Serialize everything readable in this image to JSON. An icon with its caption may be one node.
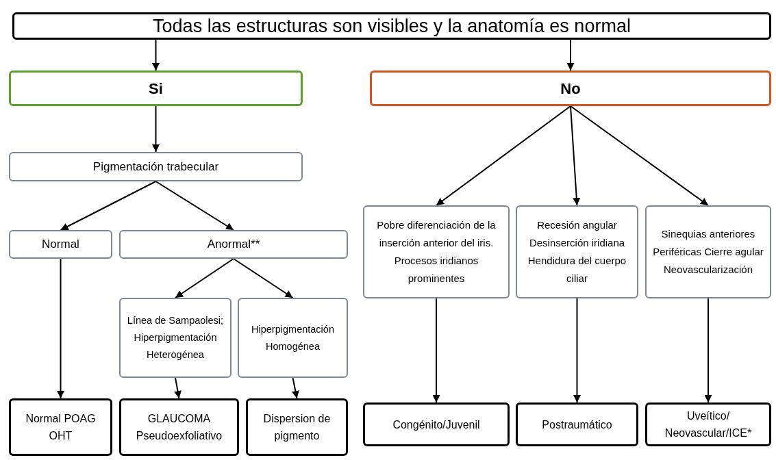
{
  "diagram": {
    "nodes": [
      {
        "text": [
          "Todas las estructuras son visibles y la anatomía es normal"
        ]
      },
      {
        "text": [
          "Si"
        ]
      },
      {
        "text": [
          "No"
        ]
      },
      {
        "text": [
          "Pigmentación trabecular"
        ]
      },
      {
        "text": [
          "Normal"
        ]
      },
      {
        "text": [
          "Anormal**"
        ]
      },
      {
        "text": [
          "Línea de Sampaolesi; Hiperpigmentación Heterogénea"
        ]
      },
      {
        "text": [
          "Hiperpigmentación Homogénea"
        ]
      },
      {
        "text": [
          "Pobre diferenciación de la inserción anterior del iris. Procesos iridianos prominentes"
        ]
      },
      {
        "text": [
          "Recesión angular Desinserción iridiana Hendidura del cuerpo ciliar"
        ]
      },
      {
        "text": [
          "Sinequias anteriores Periféricas Cierre agular Neovascularización"
        ]
      },
      {
        "text": [
          "Normal POAG OHT"
        ]
      },
      {
        "text": [
          "GLAUCOMA Pseudoexfoliativo"
        ]
      },
      {
        "text": [
          "Dispersion de pigmento"
        ]
      },
      {
        "text": [
          "Congénito/Juvenil"
        ]
      },
      {
        "text": [
          "Postraumático"
        ]
      },
      {
        "text": [
          "Uveítico/ Neovascular/ICE*"
        ]
      }
    ],
    "edges": [
      {
        "from": 0,
        "to": 1,
        "arrow": "to"
      },
      {
        "from": 0,
        "to": 2,
        "arrow": "to"
      },
      {
        "from": 1,
        "to": 3,
        "arrow": "to"
      },
      {
        "from": 3,
        "to": 4,
        "arrow": "to"
      },
      {
        "from": 3,
        "to": 5,
        "arrow": "to"
      },
      {
        "from": 5,
        "to": 6,
        "arrow": "to"
      },
      {
        "from": 5,
        "to": 7,
        "arrow": "to"
      },
      {
        "from": 2,
        "to": 8,
        "arrow": "to"
      },
      {
        "from": 2,
        "to": 9,
        "arrow": "to"
      },
      {
        "from": 2,
        "to": 10,
        "arrow": "to"
      },
      {
        "from": 4,
        "to": 11,
        "arrow": "to"
      },
      {
        "from": 6,
        "to": 12,
        "arrow": "to"
      },
      {
        "from": 7,
        "to": 13,
        "arrow": "to"
      },
      {
        "from": 8,
        "to": 14,
        "arrow": "to"
      },
      {
        "from": 9,
        "to": 15,
        "arrow": "to"
      },
      {
        "from": 10,
        "to": 16,
        "arrow": "to"
      }
    ]
  }
}
